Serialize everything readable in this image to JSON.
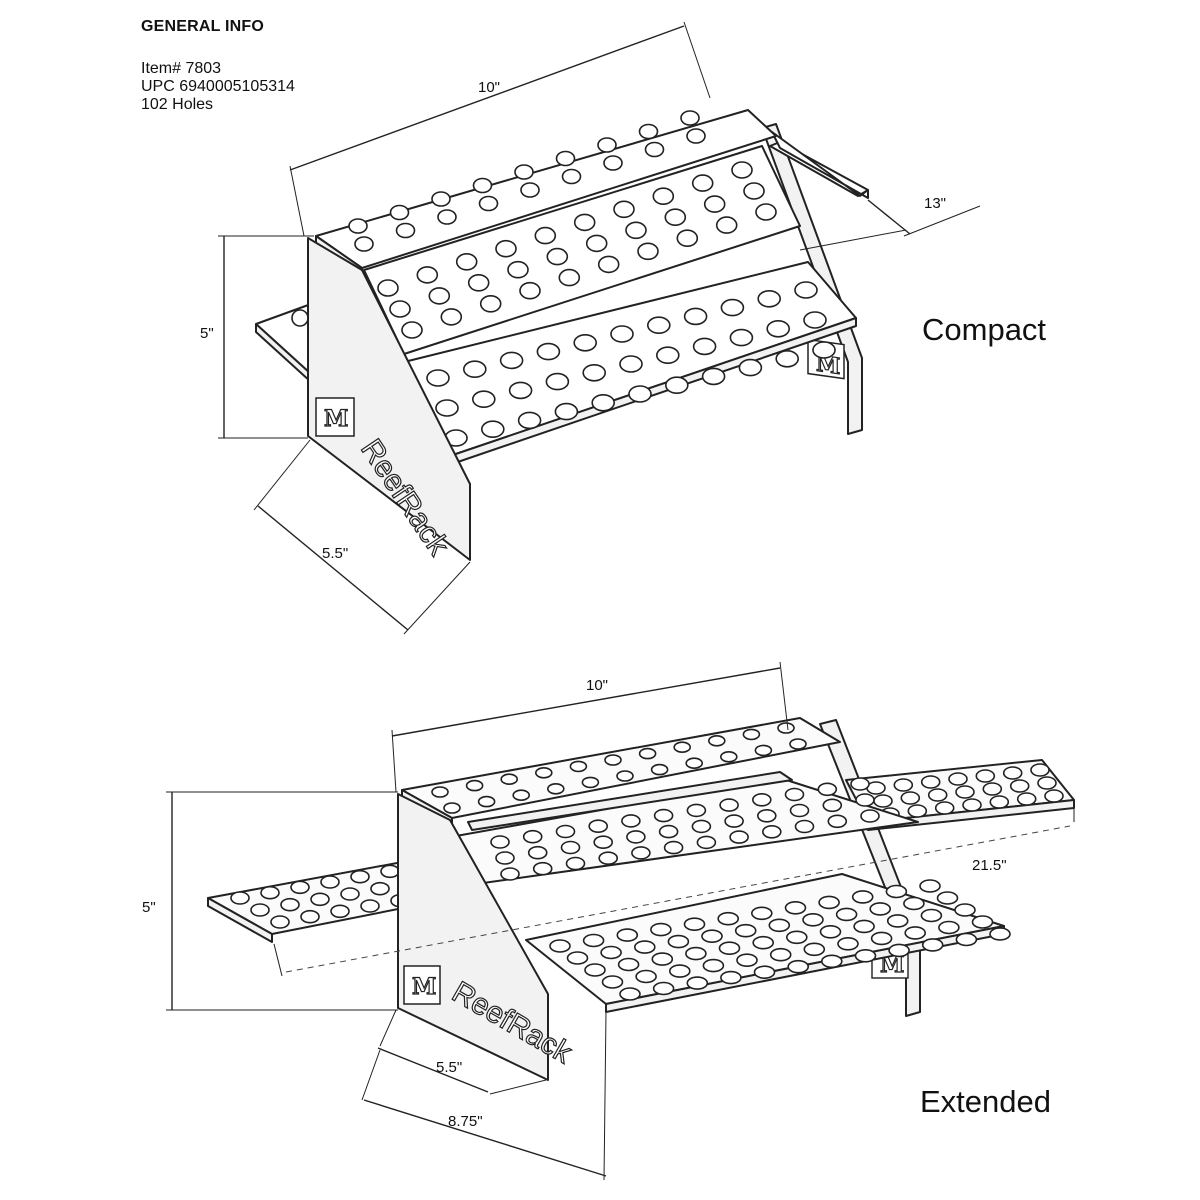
{
  "info": {
    "title": "GENERAL INFO",
    "item": "Item# 7803",
    "upc": "UPC 6940005105314",
    "holes": "102 Holes"
  },
  "compact": {
    "label": "Compact",
    "dim_width": "10\"",
    "dim_depth": "13\"",
    "dim_height": "5\"",
    "dim_side": "5.5\""
  },
  "extended": {
    "label": "Extended",
    "dim_width": "10\"",
    "dim_span": "21.5\"",
    "dim_height": "5\"",
    "dim_side": "5.5\"",
    "dim_side_extended": "8.75\""
  },
  "brand": {
    "name": "ReefRack",
    "logo_mark": "M"
  }
}
